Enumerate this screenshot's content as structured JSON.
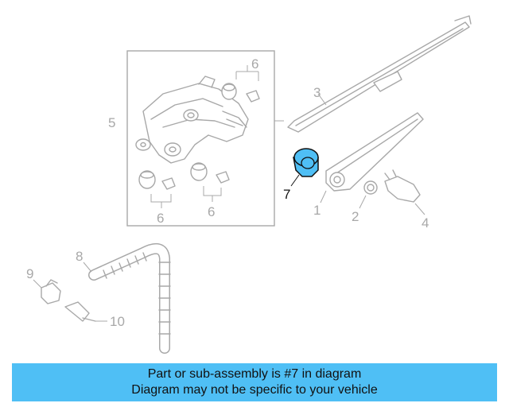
{
  "callouts": {
    "c1": "1",
    "c2": "2",
    "c3": "3",
    "c4": "4",
    "c5": "5",
    "c6a": "6",
    "c6b": "6",
    "c6c": "6",
    "c7": "7",
    "c8": "8",
    "c9": "9",
    "c10": "10"
  },
  "highlighted_part": "7",
  "colors": {
    "banner": "#4fbff5",
    "highlight": "#4fbff5",
    "line_art": "#a8a8a8",
    "text": "#111111"
  },
  "banner": {
    "line1": "Part or sub-assembly is #7 in diagram",
    "line2": "Diagram may not be specific to your vehicle"
  }
}
